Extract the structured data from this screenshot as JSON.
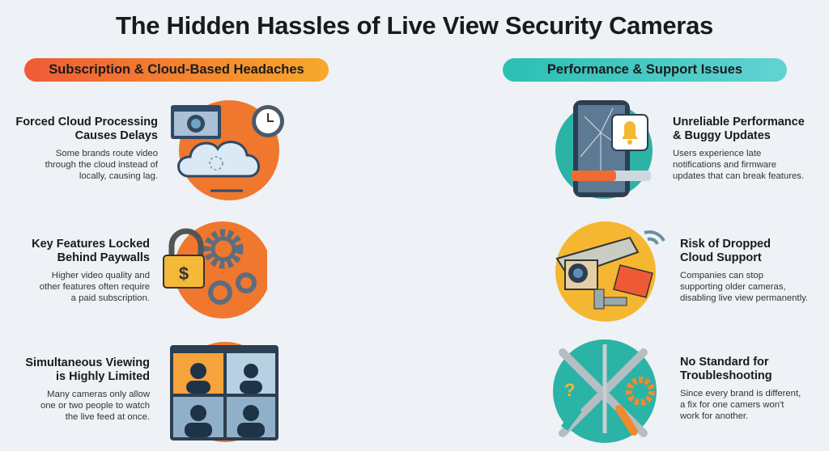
{
  "title": "The Hidden Hassles of Live View Security Cameras",
  "left_section": {
    "label": "Subscription & Cloud-Based Headaches",
    "color_start": "#ef5a36",
    "color_end": "#f7a92a",
    "items": [
      {
        "title": "Forced Cloud Processing\nCauses Delays",
        "description": "Some brands route video\nthrough the cloud instead of\nlocally, causing lag.",
        "icon": "cloud-processing-icon"
      },
      {
        "title": "Key Features Locked\nBehind Paywalls",
        "description": "Higher video quality and\nother features often require\na paid subscription.",
        "icon": "paywall-lock-gears-icon"
      },
      {
        "title": "Simultaneous Viewing\nis Highly Limited",
        "description": "Many cameras only allow\none or two people to watch\nthe live feed at once.",
        "icon": "video-grid-viewers-icon"
      }
    ]
  },
  "right_section": {
    "label": "Performance & Support Issues",
    "color_start": "#2bbfb3",
    "color_end": "#62d3d3",
    "items": [
      {
        "title": "Unreliable Performance\n& Buggy Updates",
        "description": "Users experience late\nnotifications and firmware\nupdates that can break features.",
        "icon": "broken-phone-bell-icon"
      },
      {
        "title": "Risk of Dropped\nCloud Support",
        "description": "Companies can stop\nsupporting older cameras,\ndisabling live view permanently.",
        "icon": "security-camera-tag-icon"
      },
      {
        "title": "No Standard for\nTroubleshooting",
        "description": "Since every brand is different,\na fix for one camers won't\nwork for another.",
        "icon": "tools-icon"
      }
    ]
  }
}
